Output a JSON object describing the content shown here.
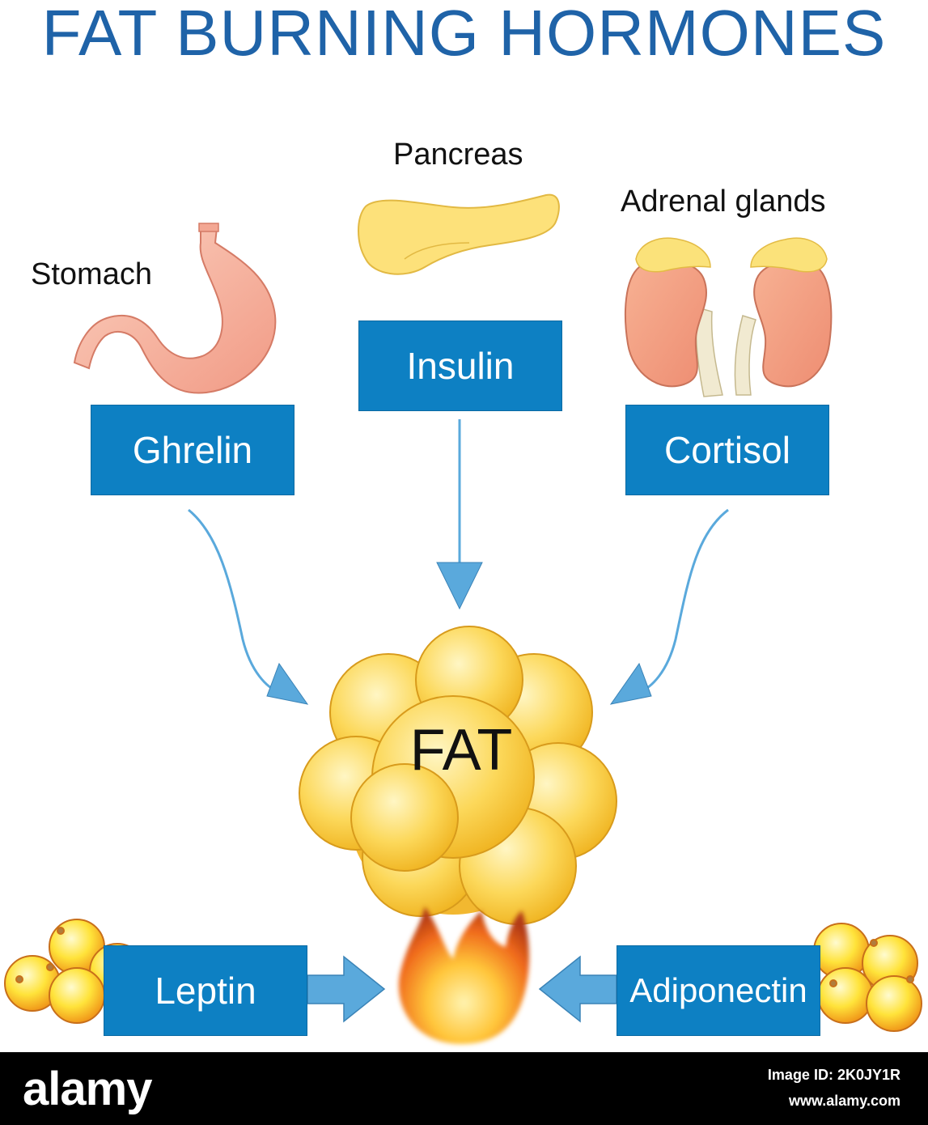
{
  "title": "FAT BURNING HORMONES",
  "organs": {
    "pancreas": "Pancreas",
    "adrenal": "Adrenal glands",
    "stomach": "Stomach"
  },
  "hormones": {
    "insulin": "Insulin",
    "ghrelin": "Ghrelin",
    "cortisol": "Cortisol",
    "leptin": "Leptin",
    "adiponectin": "Adiponectin"
  },
  "center": "FAT",
  "footer": {
    "brand": "alamy",
    "image_id": "Image ID: 2K0JY1R",
    "url": "www.alamy.com"
  },
  "colors": {
    "title": "#1f63a8",
    "hormone_box": "#0d80c3",
    "arrow": "#5aa9dc",
    "fat": "#f7c832"
  }
}
